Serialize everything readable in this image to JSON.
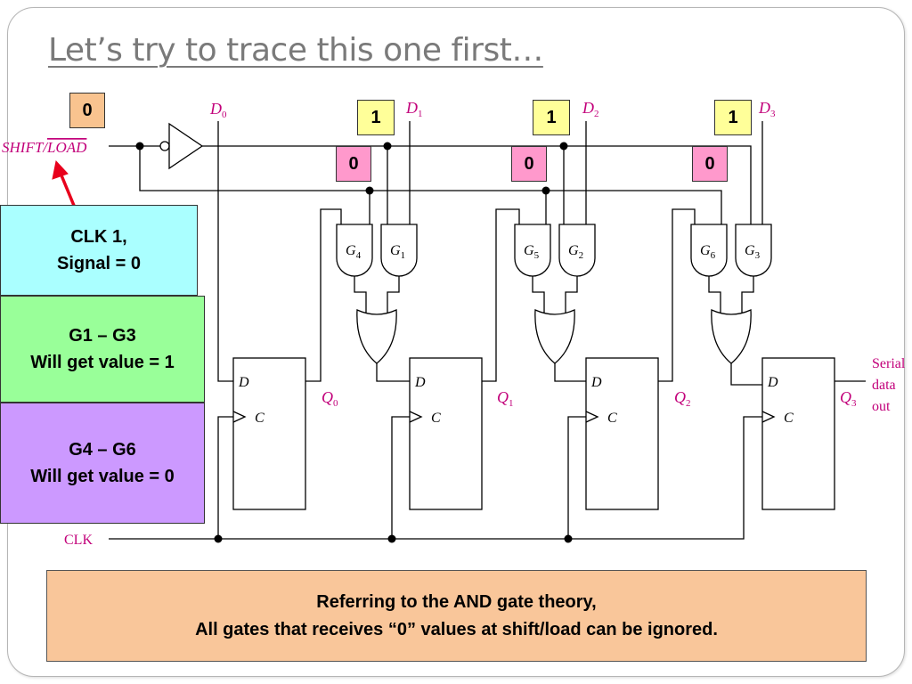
{
  "slide": {
    "title": "Let’s try to trace this one first…"
  },
  "circuit": {
    "shift_load_label": "SHIFT/LOAD",
    "shift_load_plain": "SHIFT/",
    "shift_load_over": "LOAD",
    "clk_label": "CLK",
    "serial_out": [
      "Serial",
      "data",
      "out"
    ],
    "data_inputs": [
      "D0",
      "D1",
      "D2",
      "D3"
    ],
    "outputs": [
      "Q0",
      "Q1",
      "Q2",
      "Q3"
    ],
    "gates": [
      "G4",
      "G1",
      "G5",
      "G2",
      "G6",
      "G3"
    ],
    "ff_d_label": "D",
    "ff_c_label": "C",
    "values": {
      "shift_load": "0",
      "d1": "1",
      "d2": "1",
      "d3": "1",
      "inv1": "0",
      "inv2": "0",
      "inv3": "0"
    },
    "colors": {
      "value_shift": "#f9c38f",
      "value_data": "#ffff99",
      "value_inverted": "#ff99cc",
      "label_pink": "#c2007a",
      "arrow": "#e8001c"
    }
  },
  "panels": {
    "clk": {
      "line1": "CLK 1,",
      "line2": "Signal = 0",
      "color": "#aaffff"
    },
    "g1_g3": {
      "line1": "G1 – G3",
      "line2": "Will get value = 1",
      "color": "#99ff99"
    },
    "g4_g6": {
      "line1": "G4 – G6",
      "line2": "Will get value = 0",
      "color": "#cc99ff"
    }
  },
  "note": {
    "line1": "Referring to the AND gate theory,",
    "line2": "All gates that receives “0” values at shift/load can be ignored.",
    "color": "#f9c69a"
  }
}
